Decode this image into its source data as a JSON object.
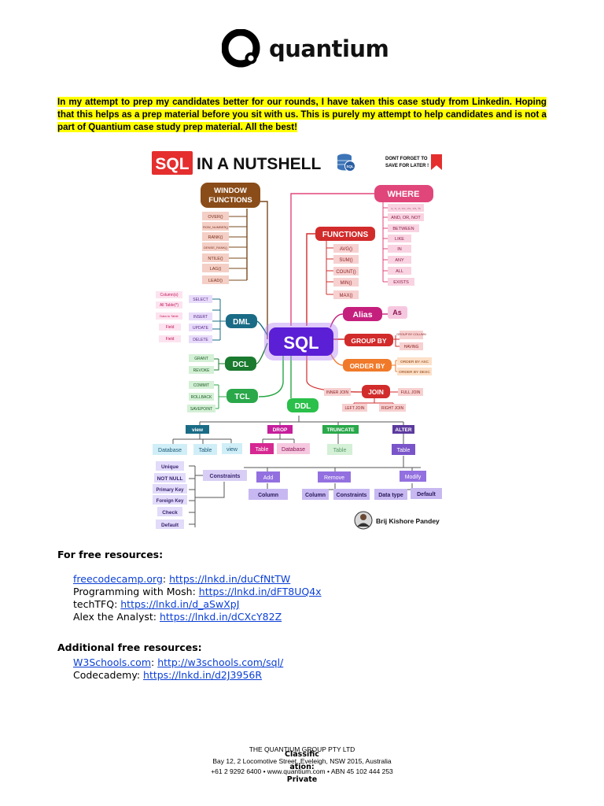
{
  "header": {
    "logo_text": "quantium"
  },
  "disclaimer": "In my attempt to prep my candidates better for our rounds, I have taken this case study from Linkedin. Hoping that this helps as a prep material before you sit with us. This is purely my attempt to help candidates and is not a part of Quantium case study prep material. All the best!",
  "infographic": {
    "title_badge": "SQL",
    "title_rest": "IN A NUTSHELL",
    "reminder": [
      "DONT FORGET TO",
      "SAVE FOR LATER !"
    ],
    "center": "SQL",
    "window_functions": {
      "title": [
        "WINDOW",
        "FUNCTIONS"
      ],
      "items": [
        "OVER()",
        "ROW_NUMBER()",
        "RANK()",
        "DENSE_RANK()",
        "NTILE()",
        "LAG()",
        "LEAD()"
      ]
    },
    "where": {
      "title": "WHERE",
      "items": [
        "=, <, >, <=, >=, <>, !=",
        "AND, OR, NOT",
        "BETWEEN",
        "LIKE",
        "IN",
        "ANY",
        "ALL",
        "EXISTS"
      ]
    },
    "functions": {
      "title": "FUNCTIONS",
      "items": [
        "AVG()",
        "SUM()",
        "COUNT()",
        "MIN()",
        "MAX()"
      ]
    },
    "alias": {
      "title": "Alias",
      "item": "As"
    },
    "group_by": {
      "title": "GROUP BY",
      "items": [
        "GROUP BY COLUMN",
        "HAVING"
      ]
    },
    "order_by": {
      "title": "ORDER BY",
      "items": [
        "ORDER BY ASC",
        "ORDER BY DESC"
      ]
    },
    "join": {
      "title": "JOIN",
      "items": [
        "INNER JOIN",
        "FULL JOIN",
        "LEFT JOIN",
        "RIGHT JOIN"
      ]
    },
    "dml": {
      "title": "DML",
      "items": [
        "SELECT",
        "INSERT",
        "UPDATE",
        "DELETE"
      ],
      "labels": [
        "Column(s)",
        "All Table(*)",
        "Data to Table",
        "Field",
        "Field"
      ]
    },
    "dcl": {
      "title": "DCL",
      "items": [
        "GRANT",
        "REVOKE"
      ]
    },
    "tcl": {
      "title": "TCL",
      "items": [
        "COMMIT",
        "ROLLBACK",
        "SAVEPOINT"
      ]
    },
    "ddl": {
      "title": "DDL"
    },
    "ddl_ops": {
      "view": {
        "title": "view",
        "items": [
          "Database",
          "Table",
          "view"
        ]
      },
      "drop": {
        "title": "DROP",
        "items": [
          "Table",
          "Database"
        ]
      },
      "truncate": {
        "title": "TRUNCATE",
        "items": [
          "Table"
        ]
      },
      "alter": {
        "title": "ALTER",
        "items": [
          "Table"
        ]
      }
    },
    "constraints": {
      "title": "Constraints",
      "items": [
        "Unique",
        "NOT NULL",
        "Primary Key",
        "Foreign Key",
        "Check",
        "Default"
      ]
    },
    "alter_ops": {
      "add": {
        "title": "Add",
        "items": [
          "Column"
        ]
      },
      "remove": {
        "title": "Remove",
        "items": [
          "Column",
          "Constraints"
        ]
      },
      "modify": {
        "title": "Modify",
        "items": [
          "Data type",
          "Default"
        ]
      }
    },
    "author": "Brij Kishore Pandey"
  },
  "free_resources": {
    "heading": "For free resources:",
    "items": [
      {
        "label": "freecodecamp.org",
        "sep": ": ",
        "link": "https://lnkd.in/duCfNtTW",
        "label_is_link": true
      },
      {
        "label": "Programming with Mosh",
        "sep": ": ",
        "link": "https://lnkd.in/dFT8UQ4x",
        "label_is_link": false
      },
      {
        "label": "techTFQ",
        "sep": ": ",
        "link": "https://lnkd.in/d_aSwXpJ",
        "label_is_link": false
      },
      {
        "label": "Alex the Analyst",
        "sep": ": ",
        "link": "https://lnkd.in/dCXcY82Z",
        "label_is_link": false
      }
    ]
  },
  "additional_resources": {
    "heading": "Additional free resources:",
    "items": [
      {
        "label": "W3Schools.com",
        "sep": ": ",
        "link": "http://w3schools.com/sql/",
        "label_is_link": true
      },
      {
        "label": "Codecademy",
        "sep": ": ",
        "link": "https://lnkd.in/d2J3956R",
        "label_is_link": false
      }
    ]
  },
  "footer": {
    "company": "THE QUANTIUM GROUP PTY LTD",
    "address": "Bay 12, 2 Locomotive Street, Eveleigh, NSW 2015, Australia",
    "contact": "+61 2 9292 6400  •  www.quantium.com  •  ABN 45 102 444 253",
    "classification": [
      "Classific",
      "ation:",
      "Private"
    ]
  }
}
